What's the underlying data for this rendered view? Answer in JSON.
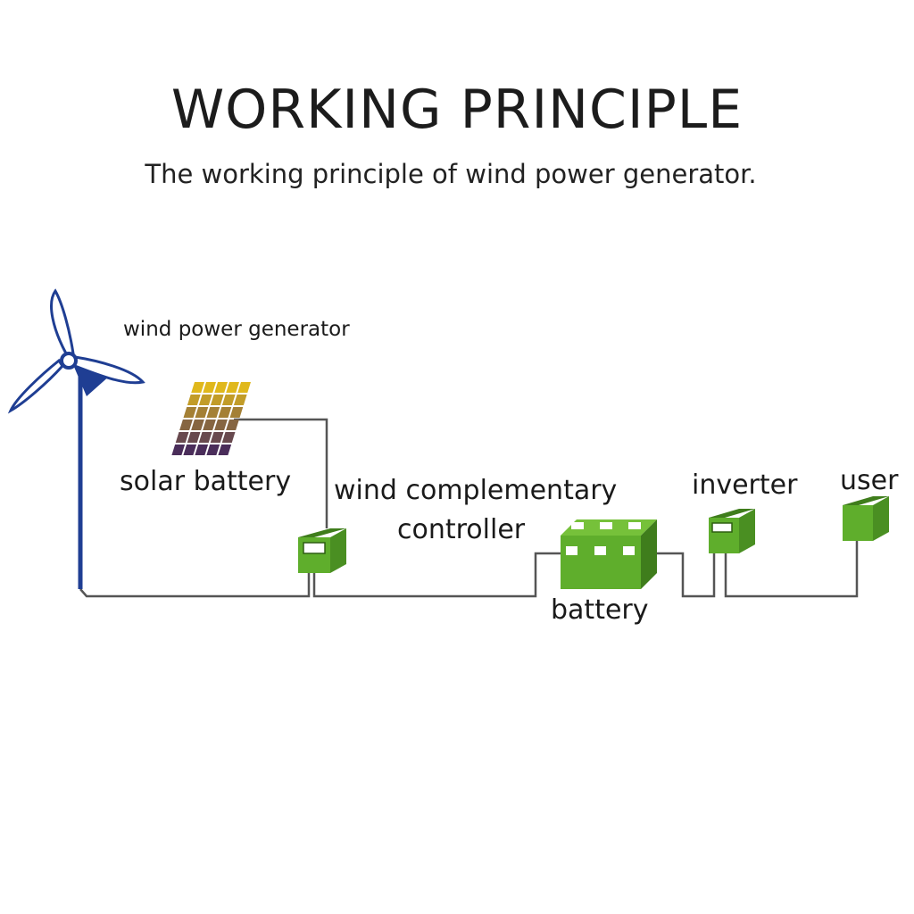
{
  "header": {
    "title": "WORKING PRINCIPLE",
    "subtitle": "The working principle of wind power generator."
  },
  "labels": {
    "wind_generator": "wind power generator",
    "solar_battery": "solar battery",
    "controller_line1": "wind complementary",
    "controller_line2": "controller",
    "battery": "battery",
    "inverter": "inverter",
    "user": "user"
  },
  "colors": {
    "turbine": "#1f3e93",
    "device_green": "#5fae2c",
    "device_dark": "#3f7d1c",
    "wire": "#555555",
    "solar_gold": "#e0b81c",
    "solar_purple": "#4a2d5a"
  }
}
